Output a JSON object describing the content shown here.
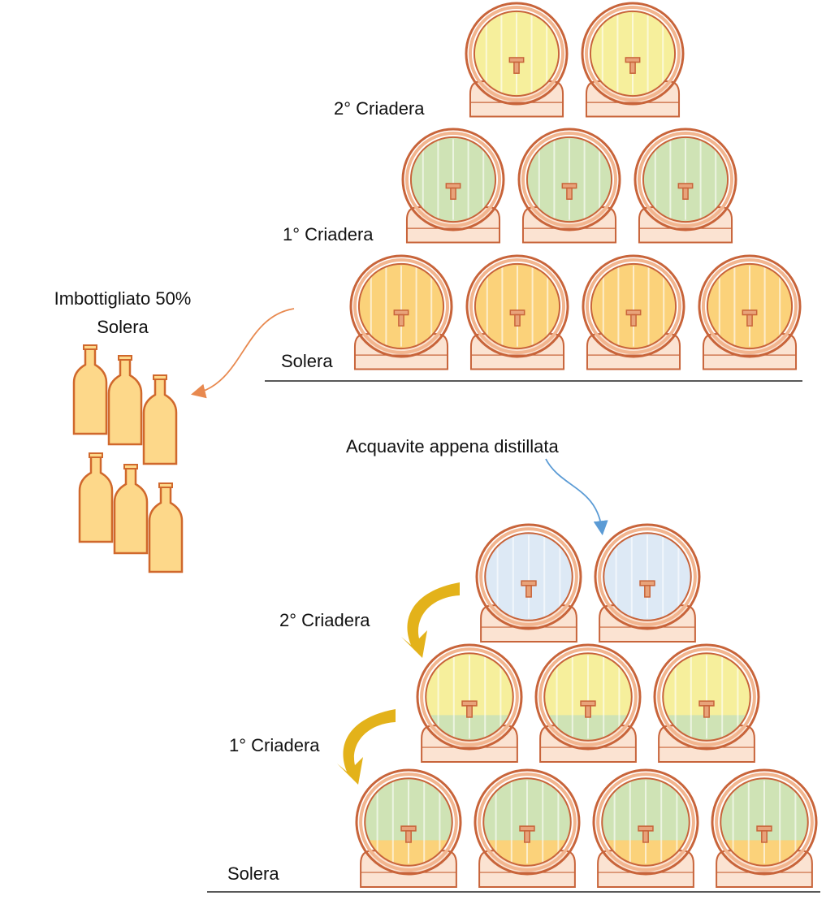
{
  "top_section": {
    "labels": {
      "criadera2": "2° Criadera",
      "criadera1": "1° Criadera",
      "solera": "Solera"
    },
    "rows": [
      {
        "row": "2° Criadera",
        "barrels": 2,
        "fill": [
          "yellow"
        ]
      },
      {
        "row": "1° Criadera",
        "barrels": 3,
        "fill": [
          "green"
        ]
      },
      {
        "row": "Solera",
        "barrels": 4,
        "fill": [
          "orange"
        ]
      }
    ]
  },
  "bottled": {
    "line1": "Imbottigliato 50%",
    "line2": "Solera",
    "bottle_count": 6,
    "bottle_color": "#fdd88a",
    "bottle_outline": "#d0682c"
  },
  "bottom_section": {
    "input_label": "Acquavite appena distillata",
    "labels": {
      "criadera2": "2° Criadera",
      "criadera1": "1° Criadera",
      "solera": "Solera"
    },
    "rows": [
      {
        "row": "2° Criadera",
        "barrels": 2,
        "fill": [
          "blue"
        ]
      },
      {
        "row": "1° Criadera",
        "barrels": 3,
        "fill": [
          "yellow",
          "green"
        ]
      },
      {
        "row": "Solera",
        "barrels": 4,
        "fill": [
          "green",
          "orange"
        ]
      }
    ]
  },
  "colors": {
    "barrel_outline": "#c8643a",
    "yellow": "#f6ef9c",
    "green": "#cfe3b5",
    "orange": "#fbd27a",
    "blue": "#dde9f5",
    "arrow_orange": "#e8894f",
    "arrow_blue": "#5b9bd5",
    "arrow_gold": "#e3b21a"
  }
}
